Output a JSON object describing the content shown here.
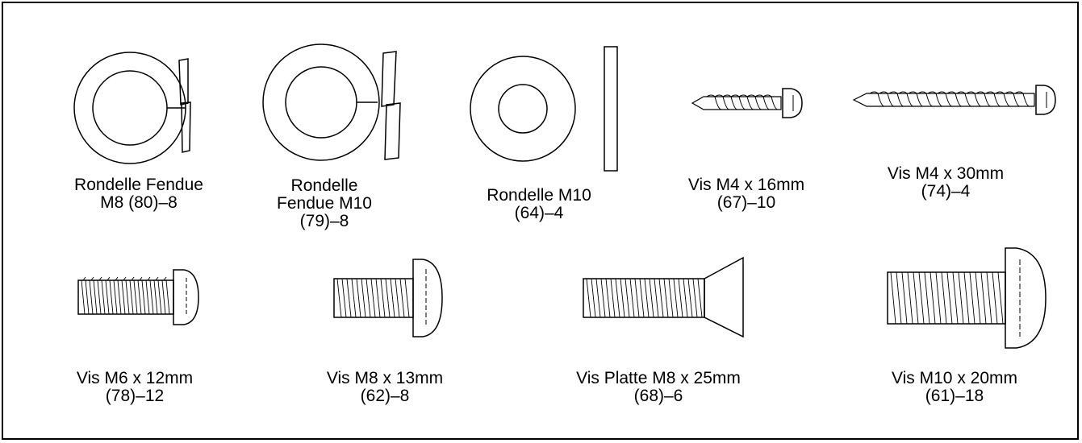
{
  "parts": [
    {
      "id": "split-washer-m8",
      "lines": [
        "Rondelle Fendue",
        "M8 (80)–8"
      ]
    },
    {
      "id": "split-washer-m10",
      "lines": [
        "Rondelle",
        "Fendue M10",
        "(79)–8"
      ]
    },
    {
      "id": "washer-m10",
      "lines": [
        "Rondelle M10",
        "(64)–4"
      ]
    },
    {
      "id": "screw-m4x16",
      "lines": [
        "Vis M4 x 16mm",
        "(67)–10"
      ]
    },
    {
      "id": "screw-m4x30",
      "lines": [
        "Vis M4 x 30mm",
        "(74)–4"
      ]
    },
    {
      "id": "screw-m6x12",
      "lines": [
        "Vis M6 x 12mm",
        "(78)–12"
      ]
    },
    {
      "id": "screw-m8x13",
      "lines": [
        "Vis M8 x 13mm",
        "(62)–8"
      ]
    },
    {
      "id": "flat-screw-m8x25",
      "lines": [
        "Vis Platte M8 x 25mm",
        "(68)–6"
      ]
    },
    {
      "id": "screw-m10x20",
      "lines": [
        "Vis M10 x 20mm",
        "(61)–18"
      ]
    }
  ]
}
